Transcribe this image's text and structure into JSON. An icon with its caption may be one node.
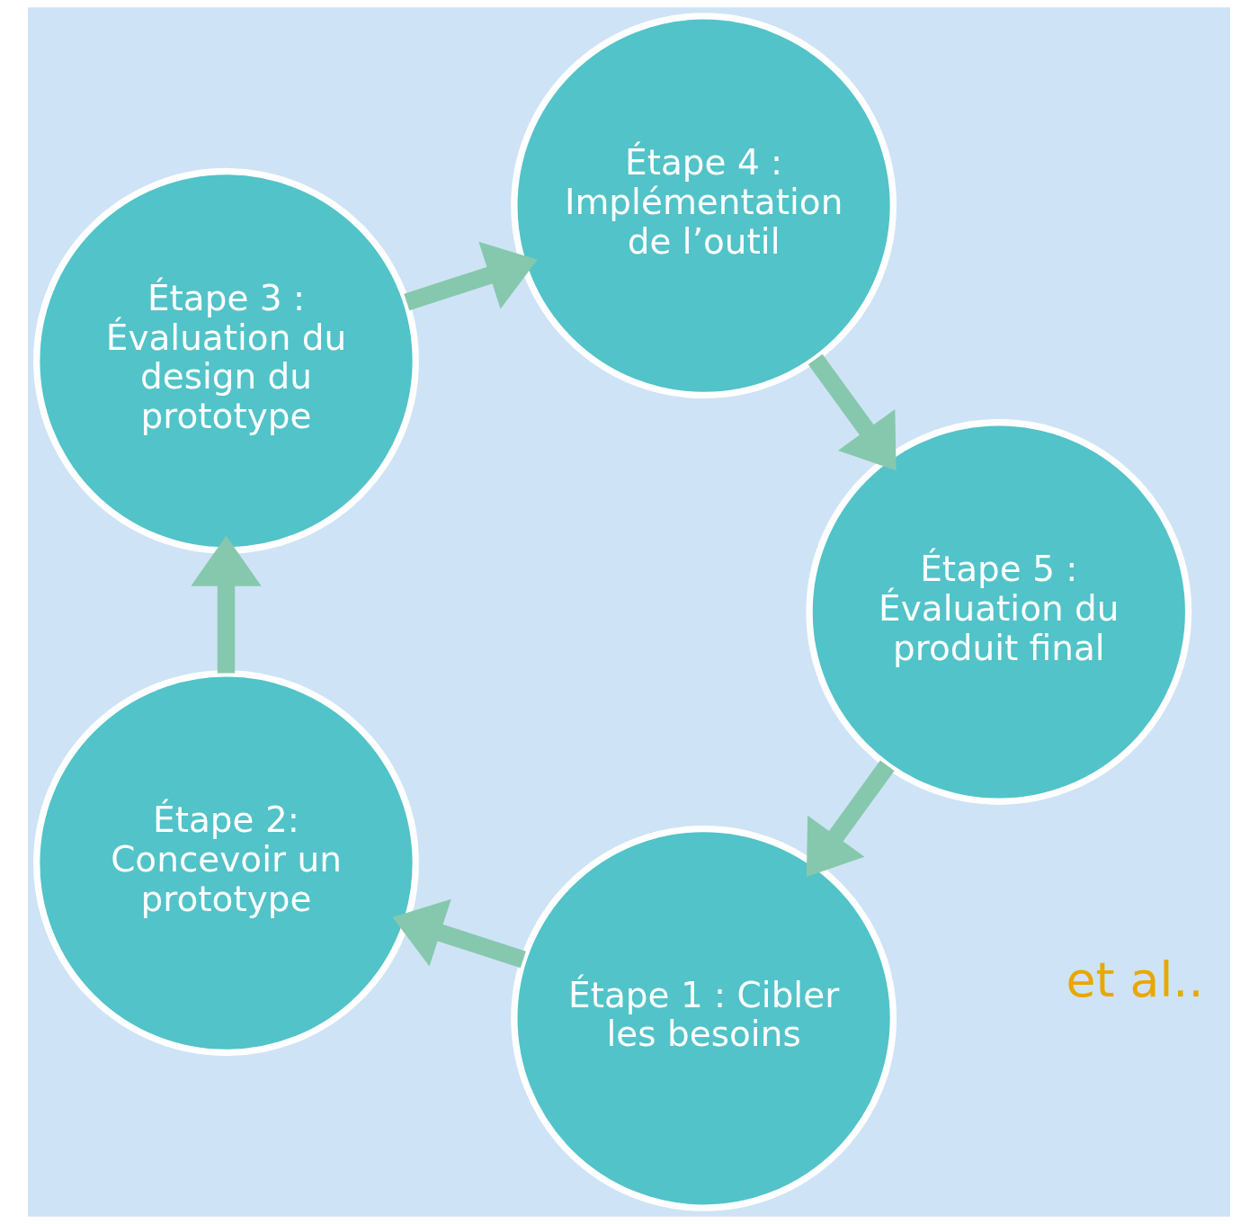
{
  "diagram": {
    "nodes": [
      {
        "text": [
          "Étape 1 : Cibler les besoins"
        ]
      },
      {
        "text": [
          "Étape 2: Concevoir un prototype"
        ]
      },
      {
        "text": [
          "Étape 3 : Évaluation du design du prototype"
        ]
      },
      {
        "text": [
          "Étape 4 : Implémentation de l’outil"
        ]
      },
      {
        "text": [
          "Étape 5 : Évaluation du produit final"
        ]
      }
    ],
    "edges": [
      {
        "from": 0,
        "to": 1,
        "arrow": "to"
      },
      {
        "from": 1,
        "to": 2,
        "arrow": "to"
      },
      {
        "from": 2,
        "to": 3,
        "arrow": "to"
      },
      {
        "from": 3,
        "to": 4,
        "arrow": "to"
      },
      {
        "from": 4,
        "to": 0,
        "arrow": "to"
      }
    ],
    "labels": [
      "et al.."
    ]
  }
}
